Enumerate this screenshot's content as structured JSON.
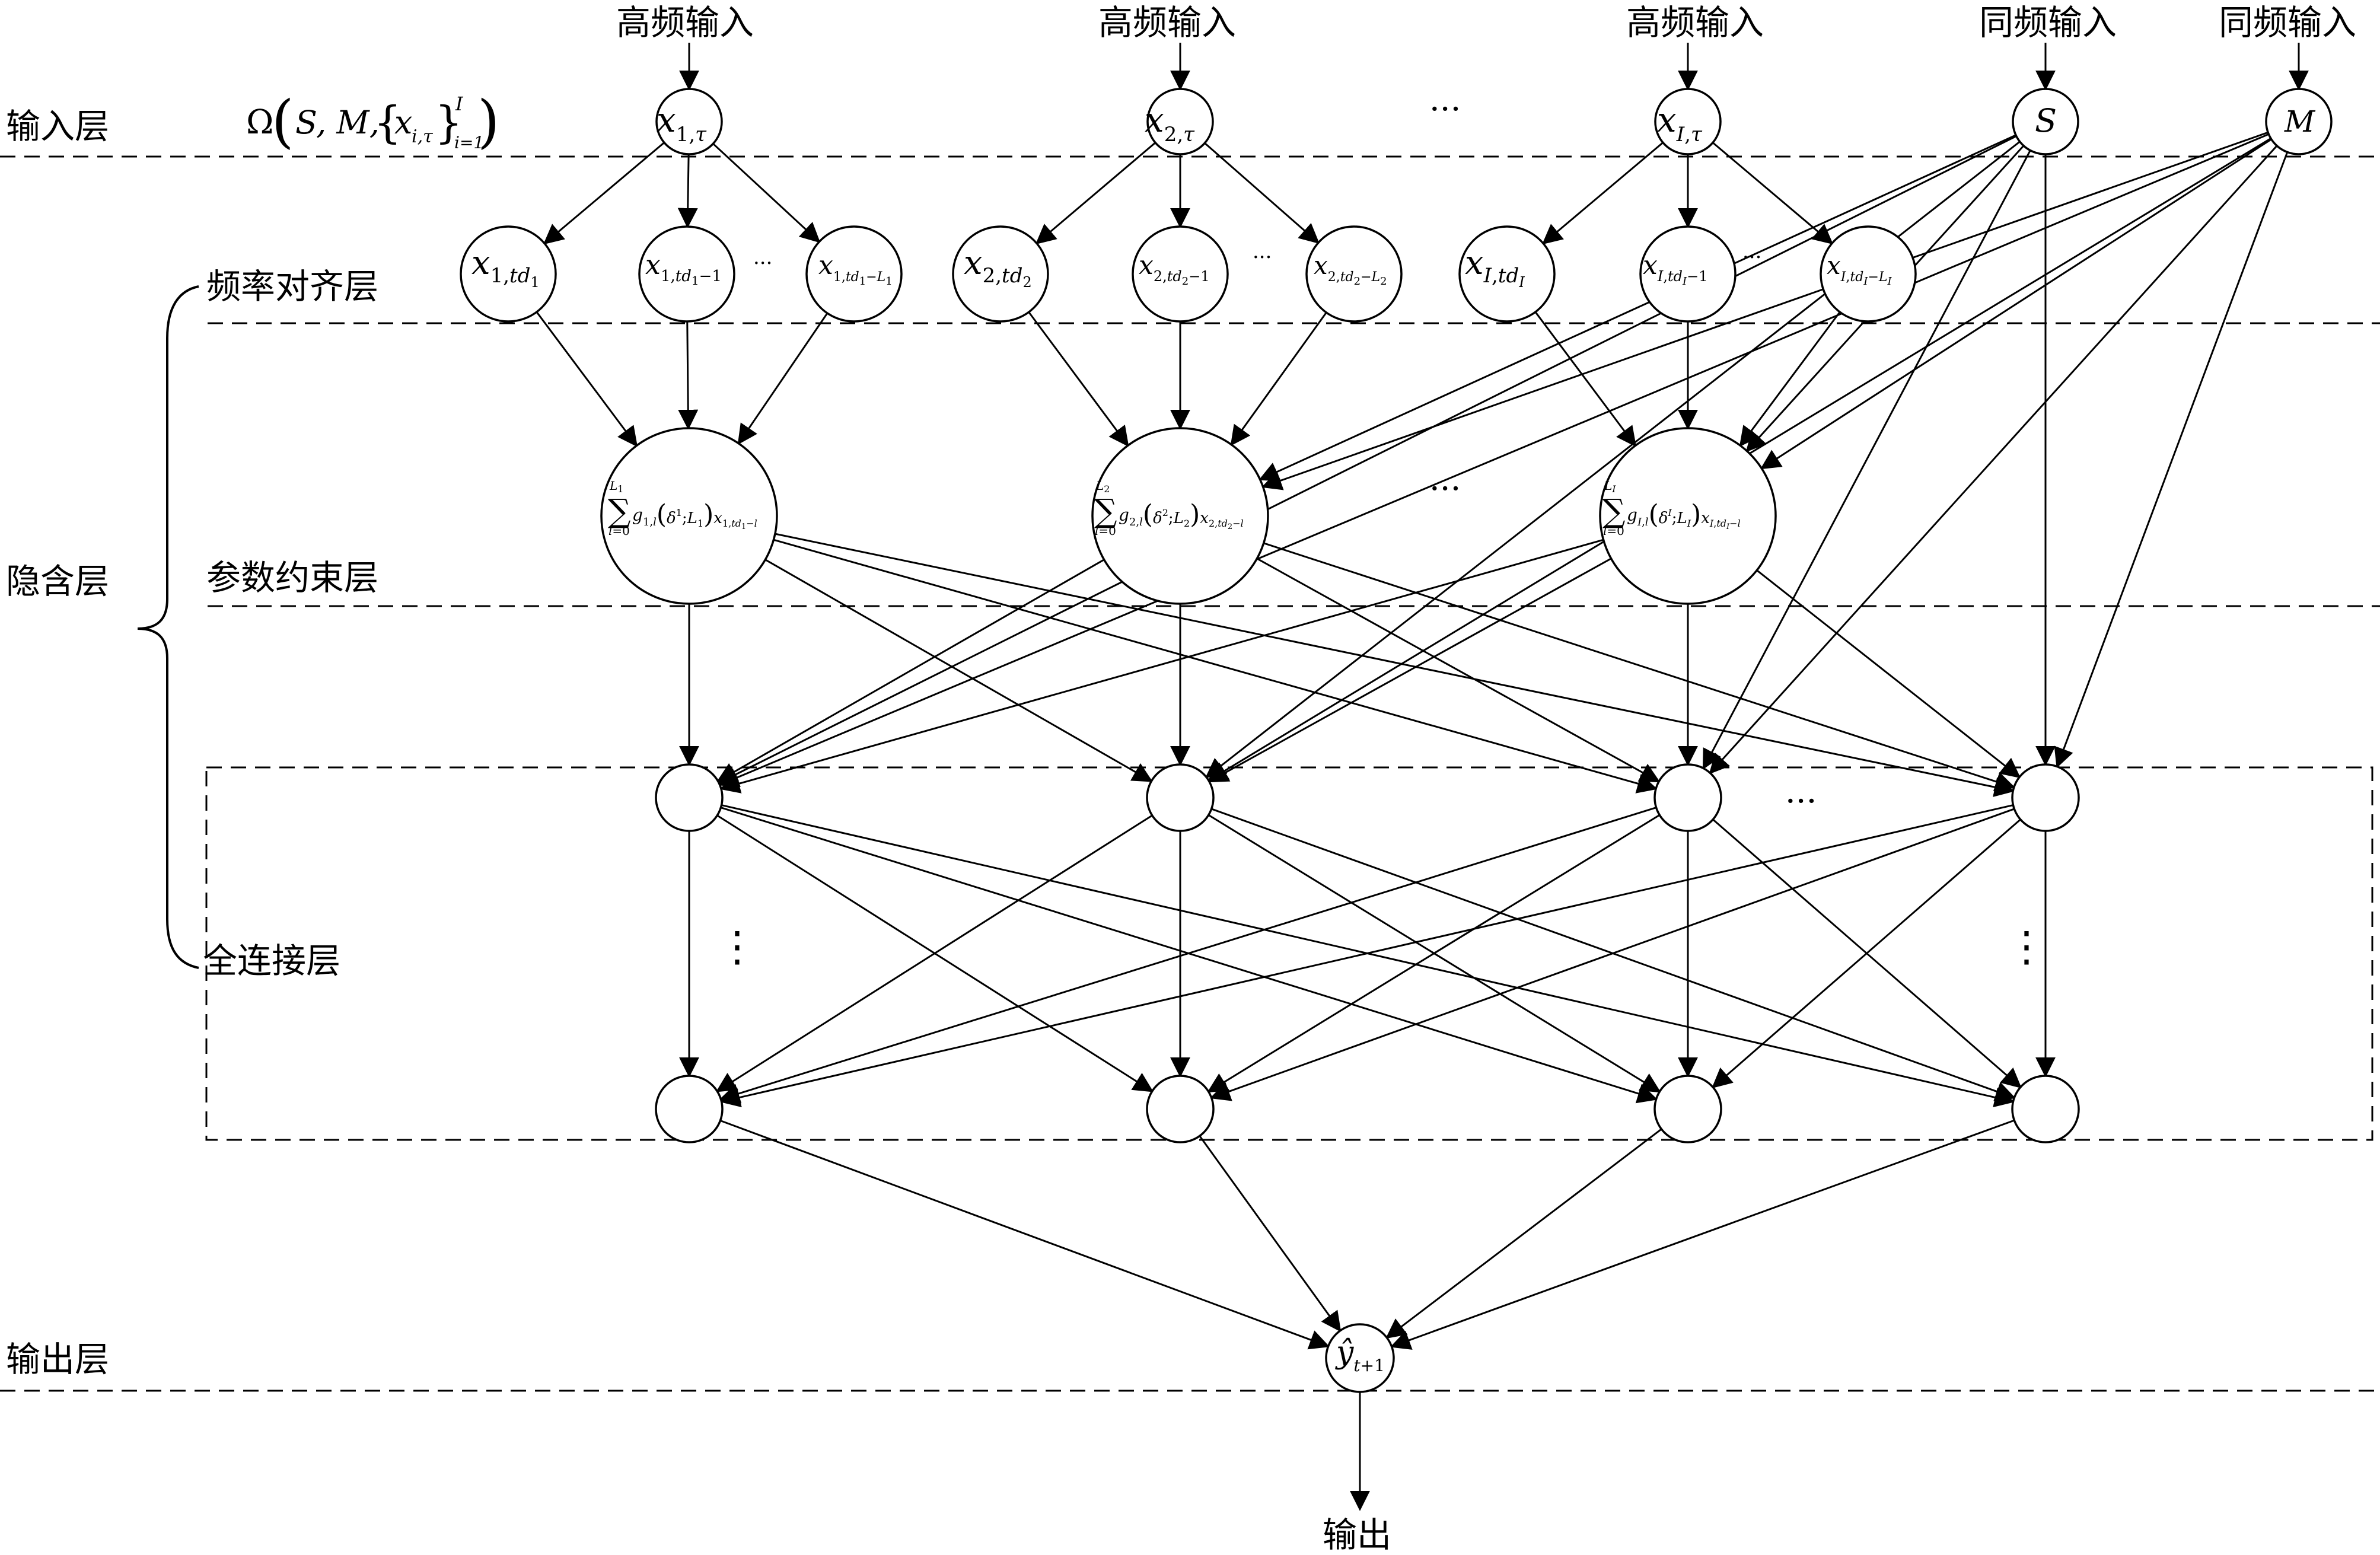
{
  "layers": {
    "input": "输入层",
    "freq_align": "频率对齐层",
    "hidden": "隐含层",
    "param_constraint": "参数约束层",
    "fully_connected": "全连接层",
    "output": "输出层"
  },
  "top_inputs": [
    {
      "label": "高频输入",
      "node": "x1tau"
    },
    {
      "label": "高频输入",
      "node": "x2tau"
    },
    {
      "label": "高频输入",
      "node": "xItau"
    },
    {
      "label": "同频输入",
      "node": "S"
    },
    {
      "label": "同频输入",
      "node": "M"
    }
  ],
  "output_label": "输出",
  "omega_expr": "Ω(S, M, {xi,τ}I i=1)",
  "ellipsis_h": "···",
  "ellipsis_v": "⋮",
  "colors": {
    "stroke": "#000000",
    "background": "#ffffff"
  }
}
